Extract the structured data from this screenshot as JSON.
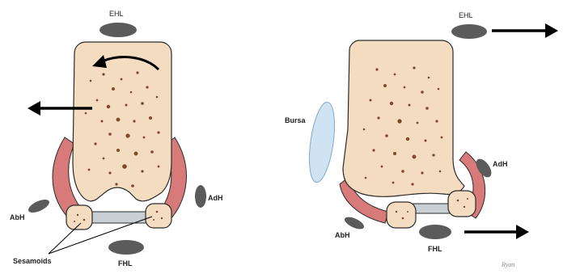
{
  "diagram": {
    "left_panel": {
      "labels": {
        "ehl": "EHL",
        "adh": "AdH",
        "abh": "AbH",
        "fhl": "FHL",
        "sesamoids": "Sesamoids"
      }
    },
    "right_panel": {
      "labels": {
        "ehl": "EHL",
        "bursa": "Bursa",
        "adh": "AdH",
        "abh": "AbH",
        "fhl": "FHL"
      }
    },
    "signature": "Ryan"
  },
  "colors": {
    "bone": "#f3dcc0",
    "bone_outline": "#2a2a2a",
    "muscle": "#d97a7a",
    "tendon": "#5b5b5b",
    "bursa": "#cfe3f3",
    "ligament": "#c8d0d6",
    "dots": "#7a4a2a"
  }
}
